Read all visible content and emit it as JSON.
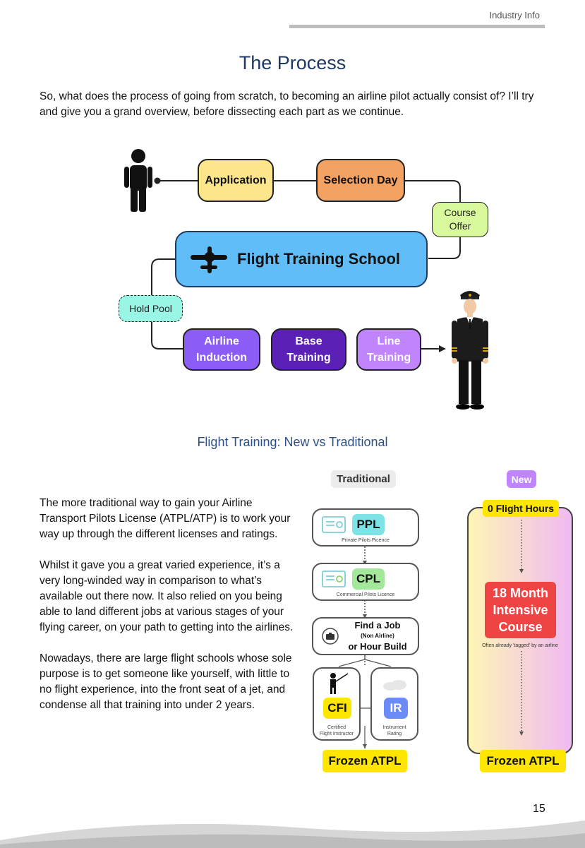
{
  "header": {
    "label": "Industry Info"
  },
  "title": "The Process",
  "intro": "So, what does the process of going from scratch, to becoming an airline pilot actually consist of? I’ll try and give you a grand overview, before dissecting each part as we continue.",
  "flow": {
    "application": "Application",
    "selection_day": "Selection Day",
    "course_offer": "Course Offer",
    "flight_training_school": "Flight Training School",
    "hold_pool": "Hold Pool",
    "airline_induction": "Airline Induction",
    "base_training": "Base Training",
    "line_training": "Line Training"
  },
  "subtitle": "Flight Training: New vs Traditional",
  "body": {
    "p1": "The more traditional way to gain your Airline Transport Pilots License (ATPL/ATP) is to work your way up through the different licenses and ratings.",
    "p2": "Whilst it gave you a great varied experience, it’s a very long-winded way in comparison to what’s available out there now. It also relied on you being able to land different jobs at various stages of your flying career, on your path to getting into the airlines.",
    "p3": "Nowadays, there are large flight schools whose sole purpose is to get someone like yourself, with little to no flight experience, into the front seat of a jet, and condense all that training into under 2 years."
  },
  "traditional": {
    "header": "Traditional",
    "ppl": "PPL",
    "ppl_sub": "Private Pilots Picence",
    "cpl": "CPL",
    "cpl_sub": "Commercial Pilots Licence",
    "job_line1": "Find a Job",
    "job_line2": "(Non Airline)",
    "job_line3": "or Hour Build",
    "cfi": "CFI",
    "cfi_sub1": "Certified",
    "cfi_sub2": "Flight Instructor",
    "ir": "IR",
    "ir_sub1": "Instrument",
    "ir_sub2": "Rating",
    "end": "Frozen ATPL"
  },
  "new": {
    "header": "New",
    "start": "0 Flight Hours",
    "course_line1": "18 Month",
    "course_line2": "Intensive",
    "course_line3": "Course",
    "note": "Often already 'tagged' by an airline",
    "end": "Frozen ATPL"
  },
  "page_number": "15",
  "colors": {
    "title": "#1f3864",
    "application": "#fde68a",
    "selection_day": "#f4a261",
    "course_offer": "#d9f99d",
    "flight_training_school": "#60bdf8",
    "hold_pool": "#99f6e4",
    "airline_induction": "#8b5cf6",
    "base_training": "#5b21b6",
    "line_training": "#c084fc",
    "new_badge": "#c084fc",
    "frozen": "#ffe600",
    "course_box": "#ef4444"
  }
}
